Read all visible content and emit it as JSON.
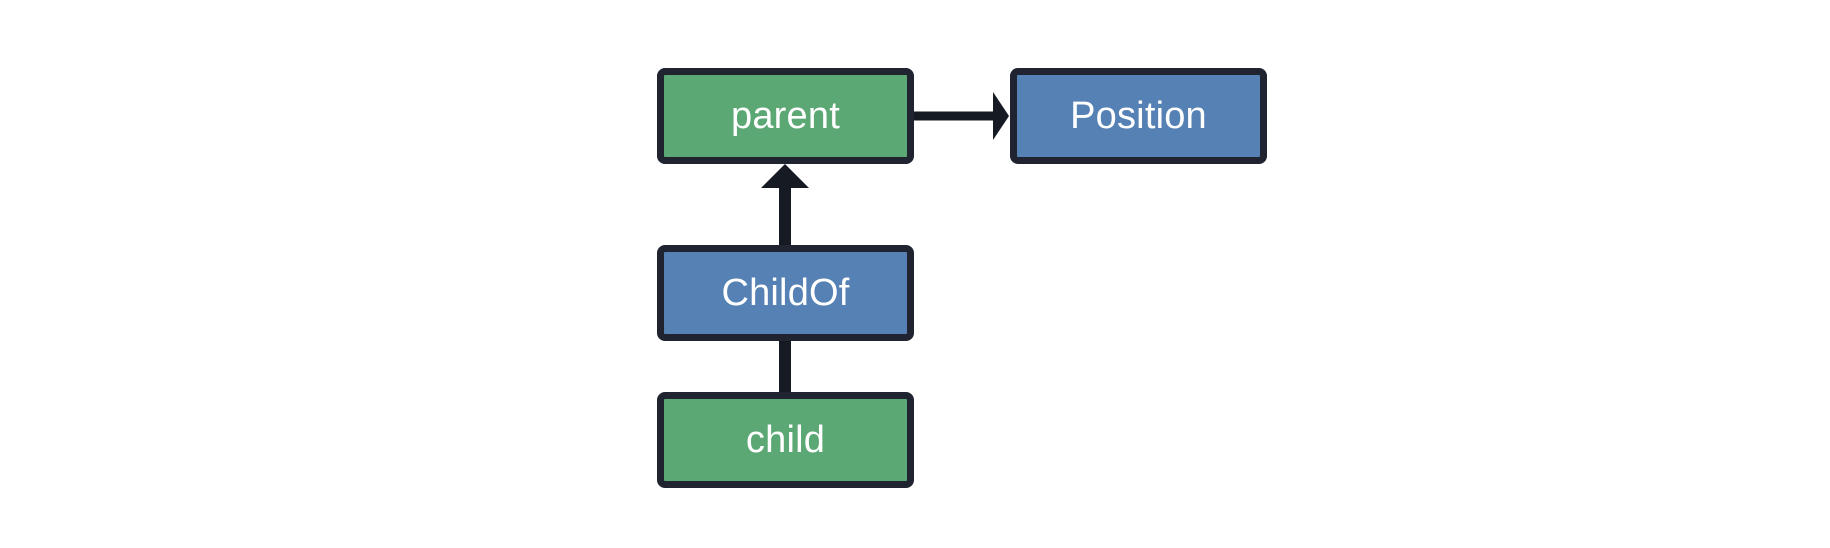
{
  "diagram": {
    "type": "flowchart",
    "title": "",
    "background_color": "#ffffff",
    "edge_color": "#151a23",
    "node_border_color": "#1f2430",
    "node_text_color": "#ffffff",
    "colors": {
      "green": "#5ba874",
      "blue": "#5681b4"
    },
    "nodes": [
      {
        "id": "parent",
        "label": "parent",
        "shape": "rounded-rectangle",
        "fill": "#5ba874",
        "style": "green"
      },
      {
        "id": "position",
        "label": "Position",
        "shape": "rounded-rectangle",
        "fill": "#5681b4",
        "style": "blue"
      },
      {
        "id": "childof",
        "label": "ChildOf",
        "shape": "rounded-rectangle",
        "fill": "#5681b4",
        "style": "blue"
      },
      {
        "id": "child",
        "label": "child",
        "shape": "rounded-rectangle",
        "fill": "#5ba874",
        "style": "green"
      }
    ],
    "edges": [
      {
        "id": "parent-to-position",
        "from": "parent",
        "to": "position",
        "label": "",
        "direction": "right",
        "arrowhead": true
      },
      {
        "id": "childof-to-parent",
        "from": "childof",
        "to": "parent",
        "label": "",
        "direction": "up",
        "arrowhead": true
      },
      {
        "id": "child-to-childof",
        "from": "child",
        "to": "childof",
        "label": "",
        "direction": "up",
        "arrowhead": false
      }
    ]
  }
}
